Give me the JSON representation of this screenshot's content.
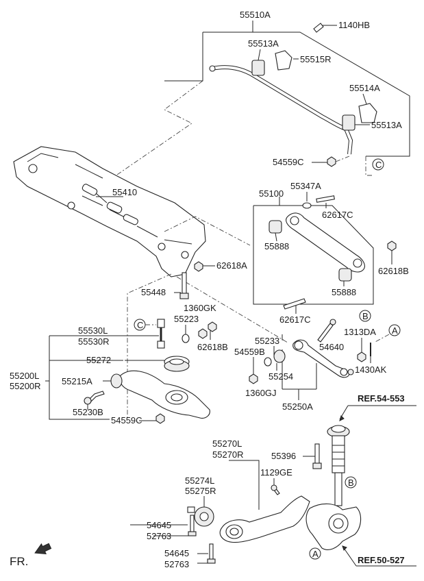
{
  "labels": {
    "p55510A": "55510A",
    "p1140HB": "1140HB",
    "p55513A_top": "55513A",
    "p55515R": "55515R",
    "p55514A": "55514A",
    "p55513A_right": "55513A",
    "p54559C_top": "54559C",
    "p55410": "55410",
    "p55347A": "55347A",
    "p55100": "55100",
    "p62617C_top": "62617C",
    "p55888_top": "55888",
    "p62618A": "62618A",
    "p62618B_right": "62618B",
    "p55888_bottom": "55888",
    "p55448": "55448",
    "p1360GK": "1360GK",
    "p55223": "55223",
    "p62617C_bottom": "62617C",
    "p62618B_mid": "62618B",
    "p55530L": "55530L",
    "p55530R": "55530R",
    "p54640": "54640",
    "p1313DA": "1313DA",
    "p55233": "55233",
    "p54559B": "54559B",
    "p55272": "55272",
    "p55254": "55254",
    "p1430AK": "1430AK",
    "p55200L": "55200L",
    "p55200R": "55200R",
    "p55215A": "55215A",
    "p1360GJ": "1360GJ",
    "p55230B": "55230B",
    "p55250A": "55250A",
    "p54559C_bottom": "54559C",
    "ref54553": "REF.54-553",
    "p55270L": "55270L",
    "p55270R": "55270R",
    "p55396": "55396",
    "p55274L": "55274L",
    "p55275R": "55275R",
    "p1129GE": "1129GE",
    "p54645_a": "54645",
    "p52763_a": "52763",
    "p54645_b": "54645",
    "p52763_b": "52763",
    "ref50527": "REF.50-527",
    "fr": "FR."
  },
  "callouts": {
    "c_top": "C",
    "c_mid": "C",
    "b_right": "B",
    "b_bottom": "B",
    "a_right": "A",
    "a_bottom": "A"
  }
}
